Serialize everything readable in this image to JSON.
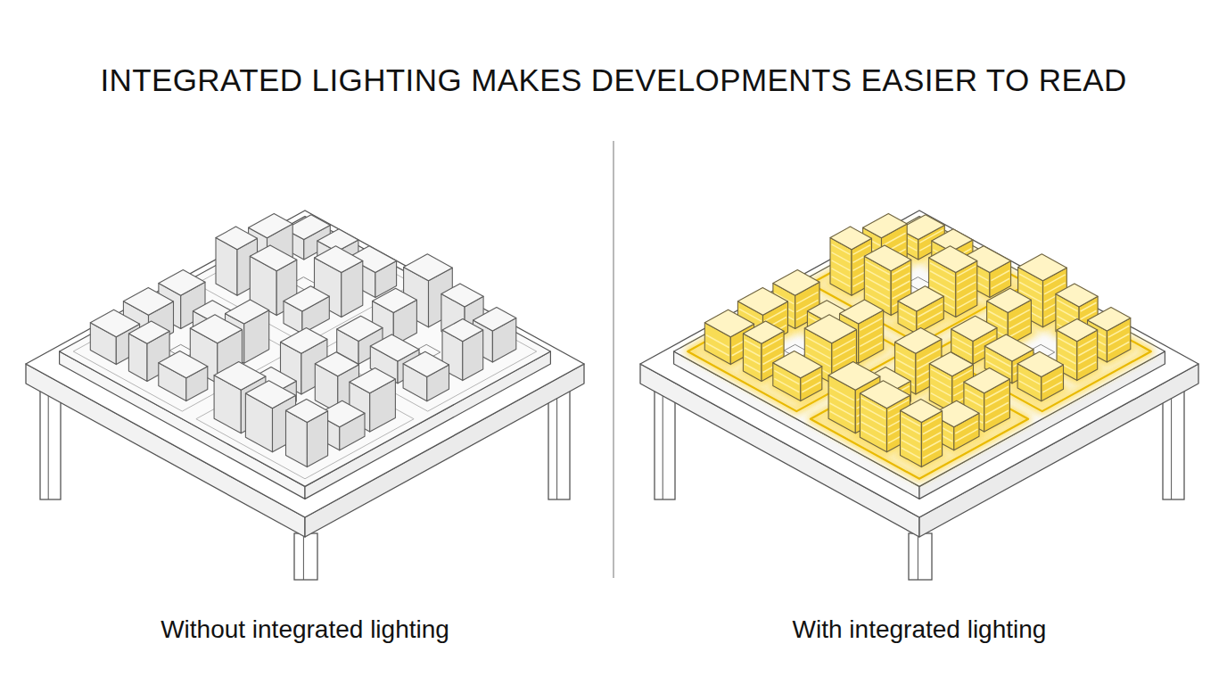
{
  "diagram": {
    "title": "INTEGRATED LIGHTING MAKES DEVELOPMENTS EASIER TO READ",
    "labels": [
      "Without integrated lighting",
      "With integrated lighting"
    ]
  }
}
